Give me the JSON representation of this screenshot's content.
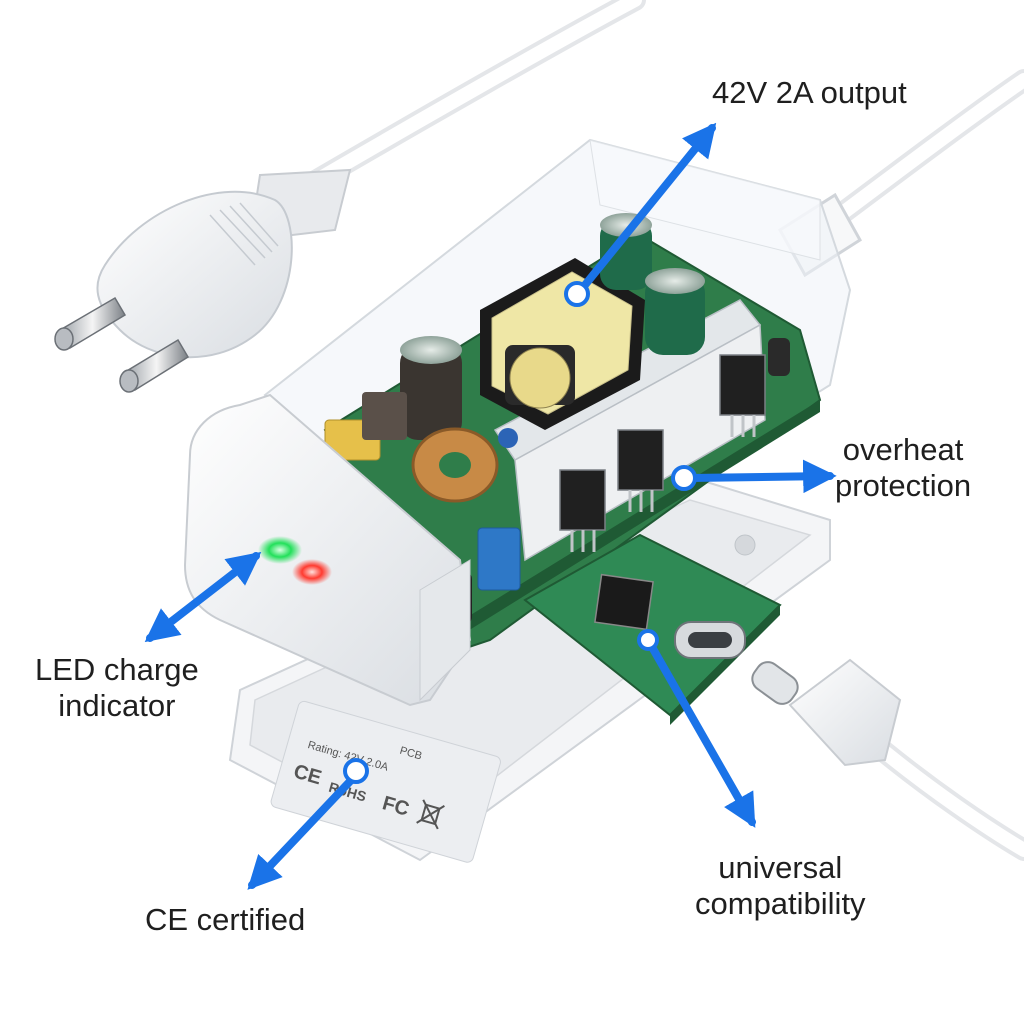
{
  "callouts": {
    "output": {
      "line1": "42V 2A output"
    },
    "overheat": {
      "line1": "overheat",
      "line2": "protection"
    },
    "led": {
      "line1": "LED charge",
      "line2": "indicator"
    },
    "ce": {
      "line1": "CE certified"
    },
    "compat": {
      "line1": "universal",
      "line2": "compatibility"
    }
  },
  "label_plate": {
    "line1": "PCB",
    "line2": "Rating: 42V 2.0A",
    "marks": [
      "CE",
      "RoHS",
      "FC",
      "WEEE"
    ]
  },
  "colors": {
    "arrow": "#1a73e8",
    "text": "#1f1f1f",
    "housing": "#f2f3f5",
    "pcb": "#2f7d4a",
    "transformer": "#efe7a6",
    "led_green": "#22e05a",
    "led_red": "#ff3b30"
  },
  "icons": [
    "eu-plug-icon",
    "usb-c-plug-icon",
    "led-green-icon",
    "led-red-icon"
  ]
}
